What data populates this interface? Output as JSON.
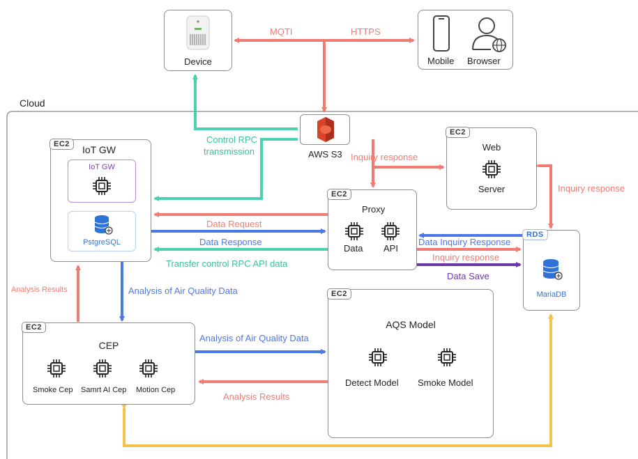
{
  "nodes": {
    "device": "Device",
    "mobile": "Mobile",
    "browser": "Browser",
    "cloud": "Cloud",
    "aws_s3": "AWS S3",
    "iot_gw_box": {
      "tag": "EC2",
      "title": "IoT GW",
      "inner": "IoT GW",
      "db": "PstgreSQL"
    },
    "web_box": {
      "tag": "EC2",
      "title1": "Web",
      "title2": "Server"
    },
    "proxy_box": {
      "tag": "EC2",
      "title": "Proxy",
      "data": "Data",
      "api": "API"
    },
    "rds_box": {
      "tag": "RDS",
      "db": "MariaDB"
    },
    "cep_box": {
      "tag": "EC2",
      "title": "CEP",
      "smoke": "Smoke Cep",
      "smart": "Samrt AI Cep",
      "motion": "Motion Cep"
    },
    "aqs_box": {
      "tag": "EC2",
      "title": "AQS Model",
      "detect": "Detect Model",
      "smoke": "Smoke Model"
    }
  },
  "edges": {
    "mqtt": "MQTI",
    "https": "HTTPS",
    "control_rpc_1": "Control RPC",
    "control_rpc_2": "transmission",
    "inquiry_response_s3_web": "Inquiry response",
    "inquiry_response_web_rds": "Inquiry response",
    "data_request": "Data Request",
    "data_response": "Data Response",
    "transfer_control": "Transfer control RPC API data",
    "data_inquiry_response": "Data Inquiry Response",
    "inquiry_response_proxy_rds": "Inquiry response",
    "data_save": "Data Save",
    "analysis_results_left": "Analysis Results",
    "analysis_air_quality_down": "Analysis of Air Quality Data",
    "analysis_air_quality_right": "Analysis of Air Quality Data",
    "analysis_results_bottom": "Analysis Results"
  },
  "colors": {
    "red": "#f07b72",
    "teal": "#4cd0b0",
    "blue": "#4a78e8",
    "purple": "#6a3aa8",
    "yellow": "#f5c24a",
    "db_blue": "#2f73d8",
    "aws_orange": "#d8432a"
  }
}
